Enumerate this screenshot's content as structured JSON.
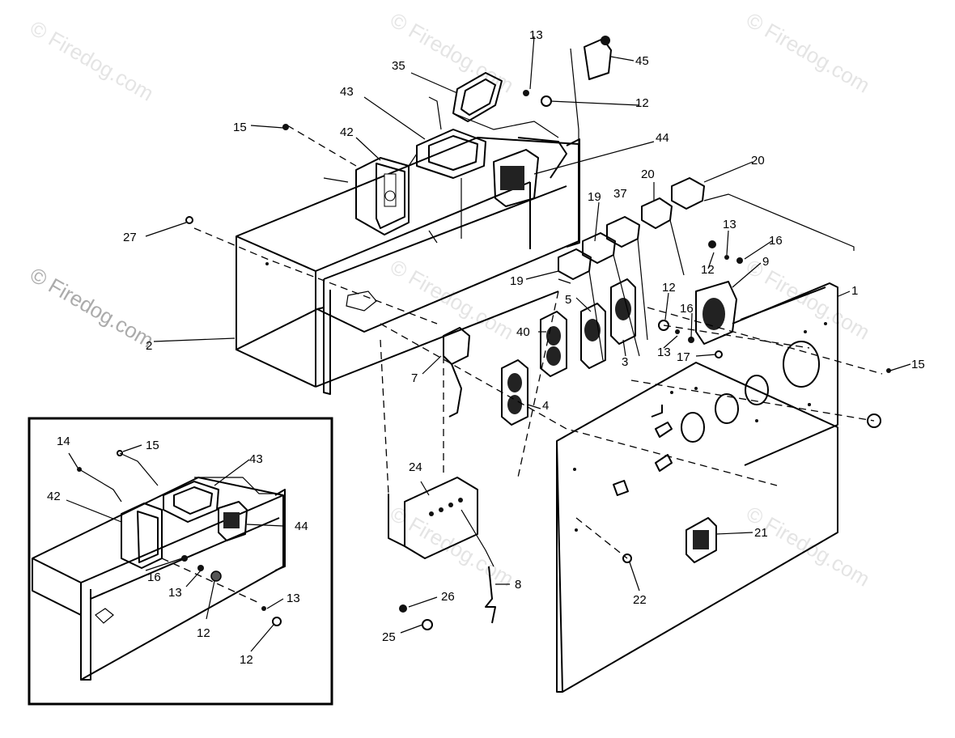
{
  "watermark": "© Firedog.com",
  "callouts": {
    "c1": "1",
    "c2": "2",
    "c3": "3",
    "c4": "4",
    "c5": "5",
    "c7": "7",
    "c8": "8",
    "c9": "9",
    "c12a": "12",
    "c12b": "12",
    "c12c": "12",
    "c13a": "13",
    "c13b": "13",
    "c13c": "13",
    "c15a": "15",
    "c15b": "15",
    "c16a": "16",
    "c16b": "16",
    "c17": "17",
    "c19a": "19",
    "c19b": "19",
    "c20a": "20",
    "c20b": "20",
    "c21": "21",
    "c22": "22",
    "c24": "24",
    "c25": "25",
    "c26": "26",
    "c27": "27",
    "c35": "35",
    "c37": "37",
    "c40": "40",
    "c42": "42",
    "c43": "43",
    "c44": "44",
    "c45": "45"
  },
  "inset_callouts": {
    "i14": "14",
    "i15": "15",
    "i42": "42",
    "i43": "43",
    "i44": "44",
    "i16": "16",
    "i13a": "13",
    "i12a": "12",
    "i13b": "13",
    "i12b": "12"
  }
}
